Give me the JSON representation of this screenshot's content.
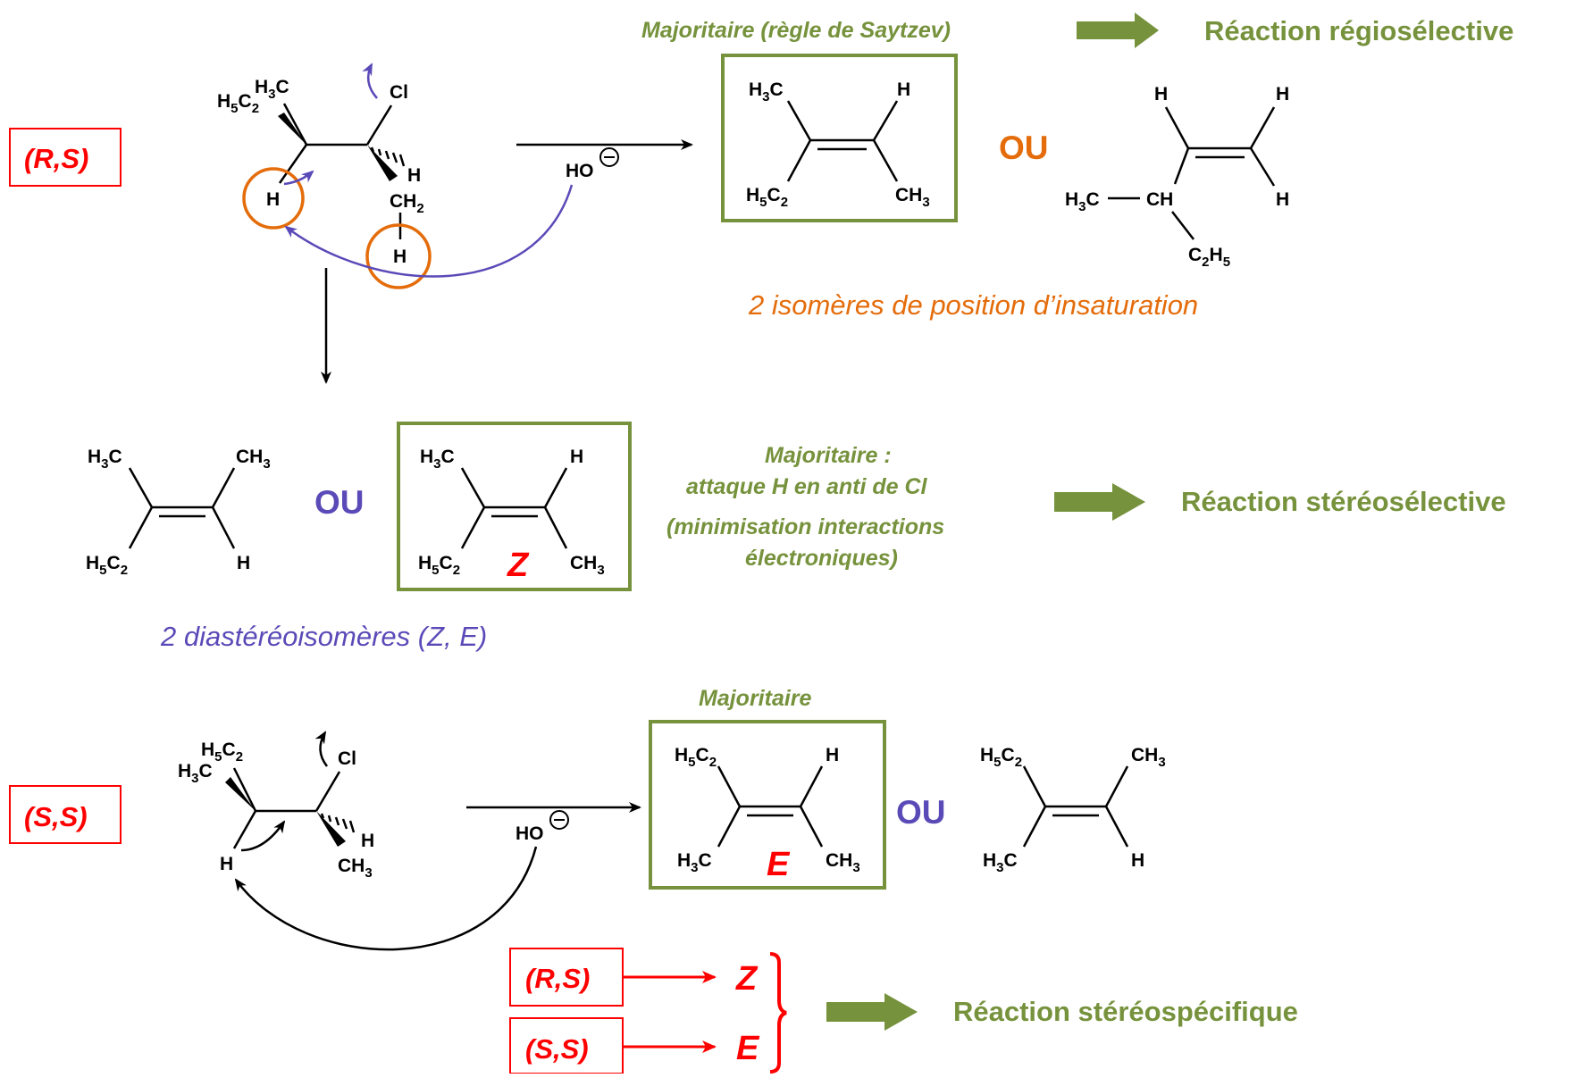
{
  "colors": {
    "green": "#76923c",
    "red": "#ff0000",
    "orange": "#e46c0a",
    "blue": "#5a4ab8",
    "black": "#000000"
  },
  "labels": {
    "rs_top": "(R,S)",
    "ss_mid": "(S,S)",
    "rs_bottom": "(R,S)",
    "ss_bottom": "(S,S)"
  },
  "notes": {
    "saytzev": "Majoritaire (règle de Saytzev)",
    "regio": "Réaction régiosélective",
    "ou_orange": "OU",
    "position_isomers": "2 isomères de position d’insaturation",
    "ou_blue_1": "OU",
    "majoritaire_colon": "Majoritaire :",
    "anti_attack": "attaque H en anti de Cl",
    "minimisation": "(minimisation interactions",
    "electroniques": "électroniques)",
    "stereoselective": "Réaction stéréosélective",
    "diastereo": "2 diastéréoisomères (Z, E)",
    "majoritaire": "Majoritaire",
    "ou_blue_2": "OU",
    "stereospecific": "Réaction stéréospécifique"
  },
  "stereo_letters": {
    "z_product": "Z",
    "e_product": "E",
    "z_result": "Z",
    "e_result": "E"
  },
  "atoms": {
    "H": "H",
    "Cl": "Cl",
    "C": "C",
    "CH": "CH",
    "CH_prefix": "CH",
    "C2H5_prefix": "C",
    "H3C_prefix": "H",
    "H5C2_prefix": "H",
    "HO": "HO",
    "sub2": "2",
    "sub3": "3",
    "sub5": "5",
    "minus": "−"
  }
}
